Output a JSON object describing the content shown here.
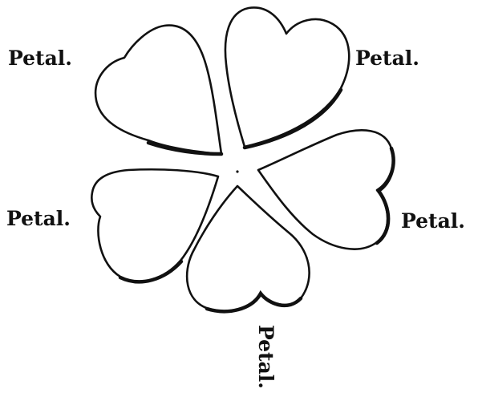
{
  "diagram": {
    "labels": {
      "top_left": "Petal.",
      "top_right": "Petal.",
      "mid_left": "Petal.",
      "mid_right": "Petal.",
      "bottom": "Petal."
    },
    "petal_count": 5,
    "colors": {
      "outline": "#111111",
      "background": "#ffffff"
    }
  }
}
